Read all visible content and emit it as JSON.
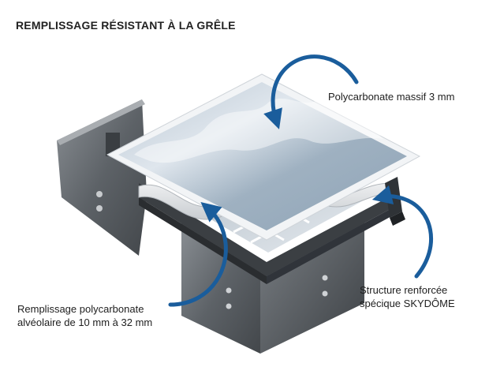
{
  "title": "REMPLISSAGE RÉSISTANT À LA GRÊLE",
  "labels": {
    "polycarbonate": "Polycarbonate massif 3 mm",
    "structure_line1": "Structure renforcée",
    "structure_line2": "spécique SKYDÔME",
    "fill_line1": "Remplissage polycarbonate",
    "fill_line2": "alvéolaire de 10 mm à 32 mm"
  },
  "colors": {
    "arrow": "#1a5d9c",
    "metal": "#6e7378",
    "frame": "#e9ecef"
  }
}
